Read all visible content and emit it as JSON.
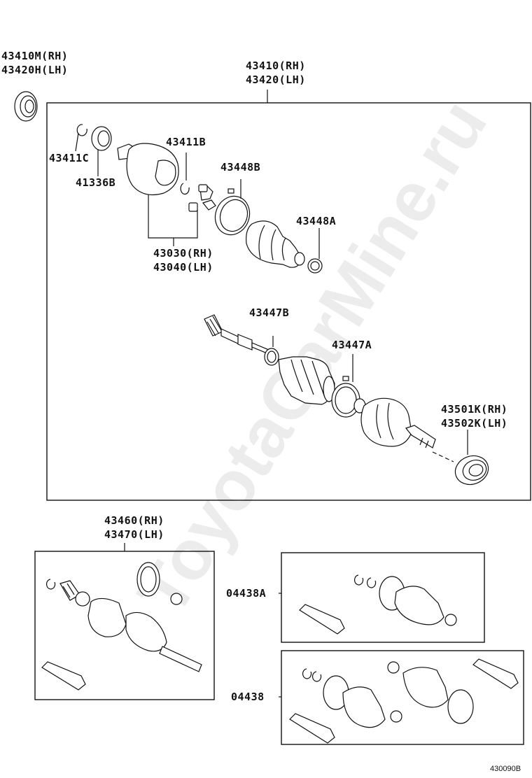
{
  "labels": {
    "p_43410M": "43410M(RH)",
    "p_43420H": "43420H(LH)",
    "p_43410": "43410(RH)",
    "p_43420": "43420(LH)",
    "p_43411C": "43411C",
    "p_41336B": "41336B",
    "p_43411B": "43411B",
    "p_43448B": "43448B",
    "p_43448A": "43448A",
    "p_43030": "43030(RH)",
    "p_43040": "43040(LH)",
    "p_43447B": "43447B",
    "p_43447A": "43447A",
    "p_43501K": "43501K(RH)",
    "p_43502K": "43502K(LH)",
    "p_43460": "43460(RH)",
    "p_43470": "43470(LH)",
    "p_04438A": "04438A",
    "p_04438": "04438"
  },
  "figure_code": "430090B",
  "watermark": "ToyotaCarMine.ru"
}
